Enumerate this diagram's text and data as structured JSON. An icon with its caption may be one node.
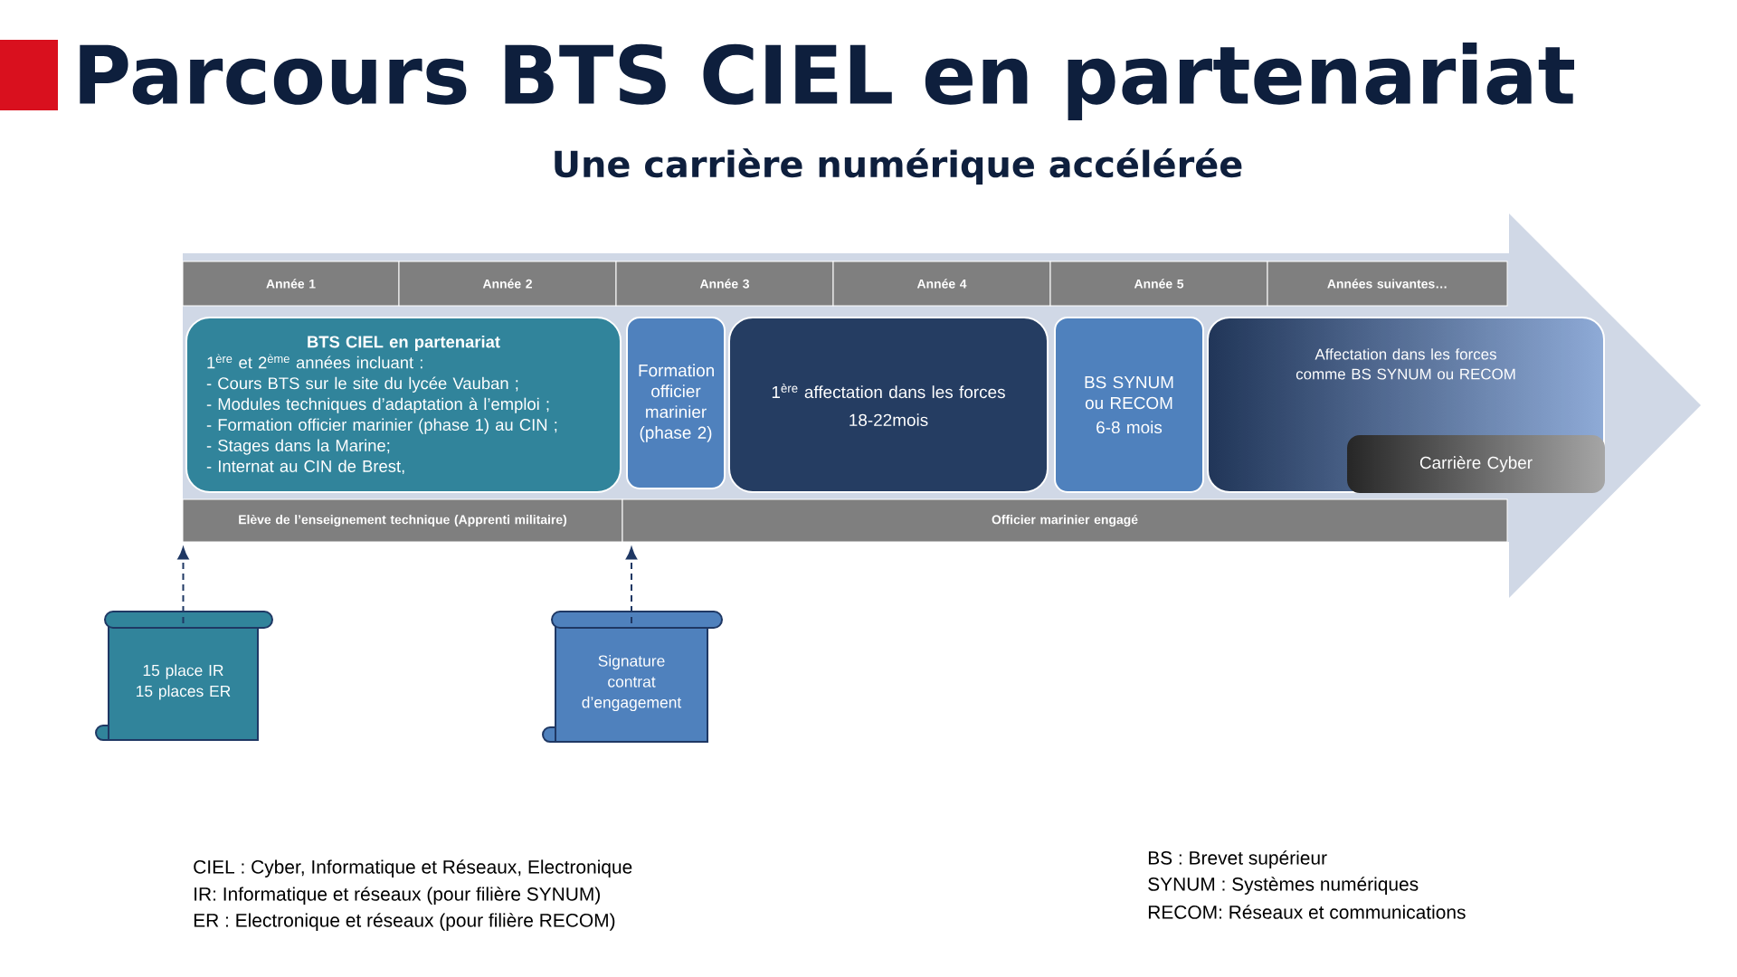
{
  "diagram": {
    "title": "Parcours BTS CIEL en partenariat",
    "caption": "Une carrière numérique accélérée",
    "nodes": [
      {
        "text": [
          "Année 1"
        ]
      },
      {
        "text": [
          "Année 2"
        ]
      },
      {
        "text": [
          "Année 3"
        ]
      },
      {
        "text": [
          "Année 4"
        ]
      },
      {
        "text": [
          "Année 5"
        ]
      },
      {
        "text": [
          "Années suivantes…"
        ]
      },
      {
        "text": [
          "BTS CIEL en partenariat",
          "1$^{ère}$ et 2$^{ème}$ années incluant :",
          "- Cours BTS sur le site du lycée Vauban ;",
          "- Modules techniques d’adaptation à l’emploi ;",
          "- Formation officier marinier (phase 1) au CIN ;",
          "- Stages dans la Marine;",
          "- Internat au CIN de Brest,"
        ]
      },
      {
        "text": [
          "Formation officier marinier (phase 2)"
        ]
      },
      {
        "text": [
          "1$^{ère}$ affectation dans les forces",
          "18-22mois"
        ]
      },
      {
        "text": [
          "BS SYNUM ou RECOM",
          "6-8 mois"
        ]
      },
      {
        "text": [
          "Affectation dans les forces comme BS SYNUM ou RECOM"
        ]
      },
      {
        "text": [
          "Carrière Cyber"
        ],
        "in": 10
      },
      {
        "text": [
          "Elève de l’enseignement technique (Apprenti militaire)"
        ]
      },
      {
        "text": [
          "Officier marinier engagé"
        ]
      },
      {
        "text": [
          "15 place IR 15 places ER"
        ]
      },
      {
        "text": [
          "Signature contrat d’engagement"
        ]
      }
    ],
    "edges": [
      {
        "from": 14,
        "to": 12,
        "arrow": "to",
        "style": "dashed"
      },
      {
        "from": 15,
        "to": 13,
        "arrow": "to",
        "style": "dashed"
      }
    ],
    "labels": [
      "CIEL : Cyber, Informatique et Réseaux, Electronique",
      "IR: Informatique et réseaux (pour filière SYNUM)",
      "ER : Electronique et réseaux (pour filière RECOM)",
      "BS : Brevet supérieur",
      "SYNUM : Systèmes numériques",
      "RECOM: Réseaux et communications"
    ]
  }
}
